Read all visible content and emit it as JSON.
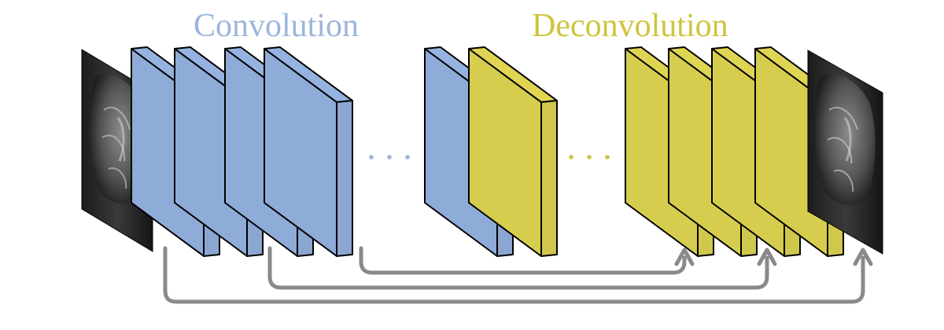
{
  "titles": {
    "encoder": "Convolution",
    "decoder": "Deconvolution"
  },
  "colors": {
    "encoder": "#8fabd7",
    "decoder": "#d6cd4f",
    "stroke": "#000000",
    "arrow": "#8a8a8a",
    "encoder_text": "#9bb5dc",
    "decoder_text": "#cfc43c"
  },
  "input_image": "sagittal MRI brain slice (grayscale)",
  "output_image": "sagittal MRI brain slice (grayscale)"
}
